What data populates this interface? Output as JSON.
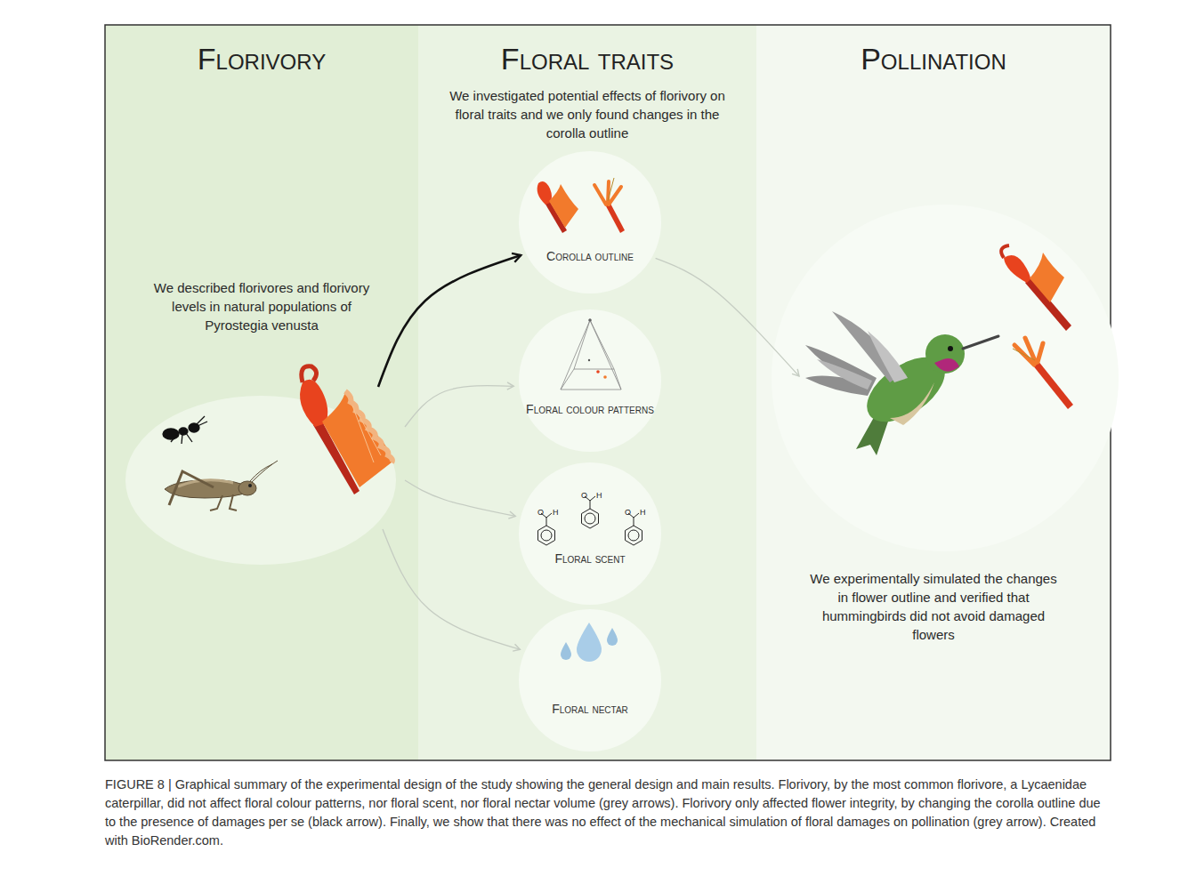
{
  "diagram": {
    "caption": "FIGURE 8 | Graphical summary of the experimental design of the study showing the general design and main results. Florivory, by the most common florivore, a Lycaenidae caterpillar, did not affect floral colour patterns, nor floral scent, nor floral nectar volume (grey arrows). Florivory only affected flower integrity, by changing the corolla outline due to the presence of damages per se (black arrow). Finally, we show that there was no effect of the mechanical simulation of floral damages on pollination (grey arrow). Created with BioRender.com.",
    "nodes": [
      {
        "text": [
          "Florivory",
          "We described florivores and florivory levels in natural populations of Pyrostegia venusta"
        ]
      },
      {
        "text": [
          "Floral traits",
          "We investigated potential effects of florivory on floral traits and we only found changes in the corolla outline"
        ]
      },
      {
        "text": [
          "Pollination",
          "We experimentally simulated the changes in flower outline and verified that hummingbirds did not avoid damaged flowers"
        ]
      },
      {
        "text": [
          "Corolla outline"
        ],
        "in": 1
      },
      {
        "text": [
          "Floral colour patterns"
        ],
        "in": 1
      },
      {
        "text": [
          "Floral scent"
        ],
        "in": 1
      },
      {
        "text": [
          "Floral nectar"
        ],
        "in": 1
      }
    ],
    "edges": [
      {
        "from": 0,
        "to": 3,
        "arrow": "to"
      },
      {
        "from": 0,
        "to": 4,
        "arrow": "to"
      },
      {
        "from": 0,
        "to": 5,
        "arrow": "to"
      },
      {
        "from": 0,
        "to": 6,
        "arrow": "to"
      },
      {
        "from": 3,
        "to": 2,
        "arrow": "to"
      }
    ],
    "labels": [
      "O",
      "H",
      "O",
      "H",
      "O",
      "H"
    ]
  }
}
